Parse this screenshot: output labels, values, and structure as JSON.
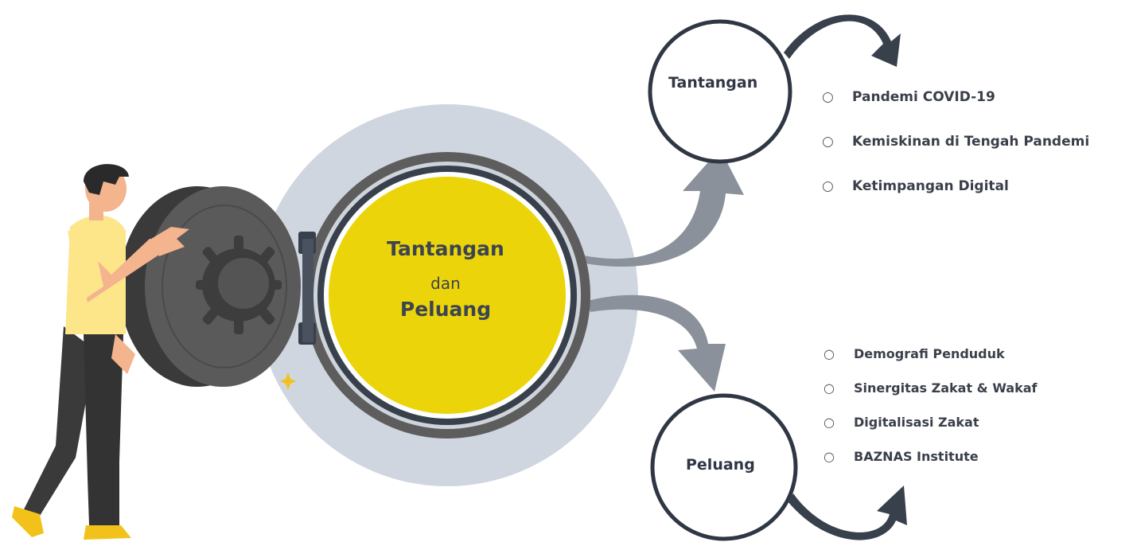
{
  "center": {
    "line1": "Tantangan",
    "line2": "dan",
    "line3": "Peluang"
  },
  "nodes": {
    "top_label": "Tantangan",
    "bottom_label": "Peluang"
  },
  "tantangan_items": [
    "Pandemi COVID-19",
    "Kemiskinan di Tengah Pandemi",
    "Ketimpangan Digital"
  ],
  "peluang_items": [
    "Demografi Penduduk",
    "Sinergitas Zakat & Wakaf",
    "Digitalisasi Zakat",
    "BAZNAS Institute"
  ],
  "bullet": "○",
  "colors": {
    "accent_yellow": "#ebd40a",
    "dark_navy": "#38404c",
    "halo": "#d0d6df",
    "ring_gray": "#5d5d5d",
    "arrow_gray": "#8a919b",
    "shirt": "#fde58a"
  }
}
